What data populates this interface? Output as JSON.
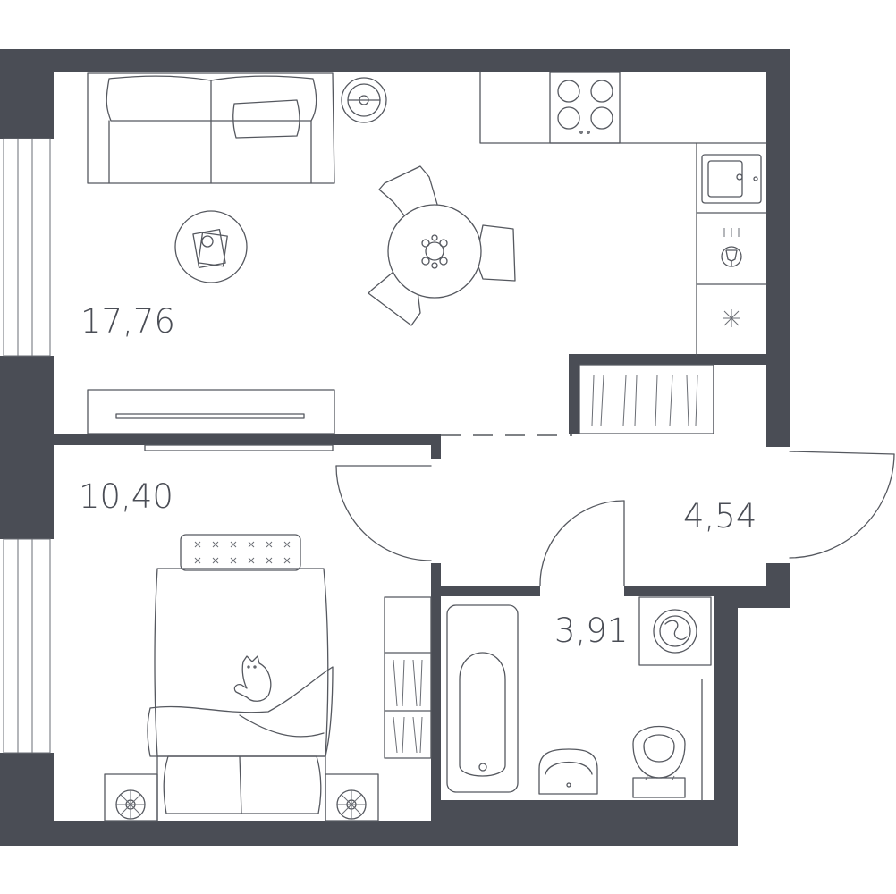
{
  "rooms": [
    {
      "id": "living-kitchen",
      "area_label": "17,76"
    },
    {
      "id": "bedroom",
      "area_label": "10,40"
    },
    {
      "id": "hallway",
      "area_label": "4,54"
    },
    {
      "id": "bathroom",
      "area_label": "3,91"
    }
  ],
  "colors": {
    "wall": "#4a4d55",
    "line": "#55585f",
    "background": "#ffffff"
  },
  "icons": [
    "sofa-icon",
    "floor-lamp-icon",
    "coffee-table-icon",
    "dining-table-icon",
    "chair-icon",
    "stove-icon",
    "sink-icon",
    "tv-stand-icon",
    "wardrobe-icon",
    "bed-icon",
    "cat-icon",
    "nightstand-icon",
    "bathtub-icon",
    "washbasin-icon",
    "toilet-icon",
    "washing-machine-icon",
    "door-icon",
    "window-icon"
  ]
}
